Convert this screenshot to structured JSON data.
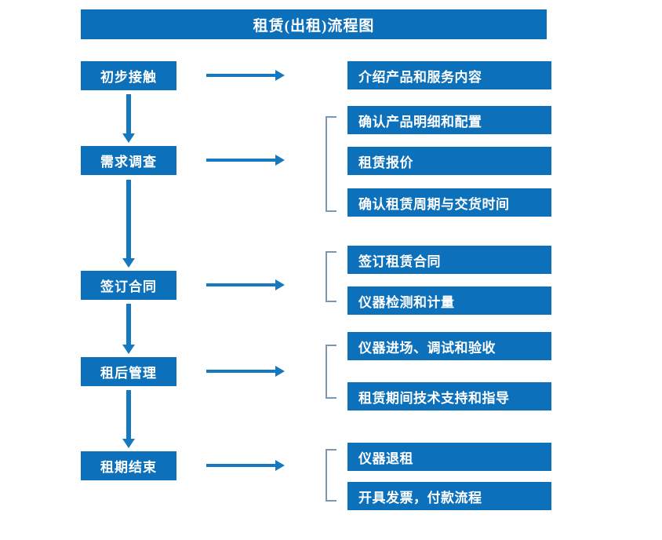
{
  "title": "租赁(出租)流程图",
  "colors": {
    "box_fill": "#0c70bb",
    "title_fill": "#0c6fba",
    "arrow": "#1679bf",
    "bracket": "#7d97b0",
    "text": "#ffffff",
    "background": "#ffffff"
  },
  "stages": [
    {
      "label": "初步接触"
    },
    {
      "label": "需求调查"
    },
    {
      "label": "签订合同"
    },
    {
      "label": "租后管理"
    },
    {
      "label": "租期结束"
    }
  ],
  "details": [
    {
      "label": "介绍产品和服务内容"
    },
    {
      "label": "确认产品明细和配置"
    },
    {
      "label": "租赁报价"
    },
    {
      "label": "确认租赁周期与交货时间"
    },
    {
      "label": "签订租赁合同"
    },
    {
      "label": "仪器检测和计量"
    },
    {
      "label": "仪器进场、调试和验收"
    },
    {
      "label": "租赁期间技术支持和指导"
    },
    {
      "label": "仪器退租"
    },
    {
      "label": "开具发票，付款流程"
    }
  ],
  "groups": [
    {
      "stage": "需求调查",
      "details": [
        "确认产品明细和配置",
        "租赁报价",
        "确认租赁周期与交货时间"
      ]
    },
    {
      "stage": "签订合同",
      "details": [
        "签订租赁合同",
        "仪器检测和计量"
      ]
    },
    {
      "stage": "租后管理",
      "details": [
        "仪器进场、调试和验收",
        "租赁期间技术支持和指导"
      ]
    },
    {
      "stage": "租期结束",
      "details": [
        "仪器退租",
        "开具发票，付款流程"
      ]
    }
  ],
  "flow_sequence": [
    "初步接触",
    "需求调查",
    "签订合同",
    "租后管理",
    "租期结束"
  ]
}
